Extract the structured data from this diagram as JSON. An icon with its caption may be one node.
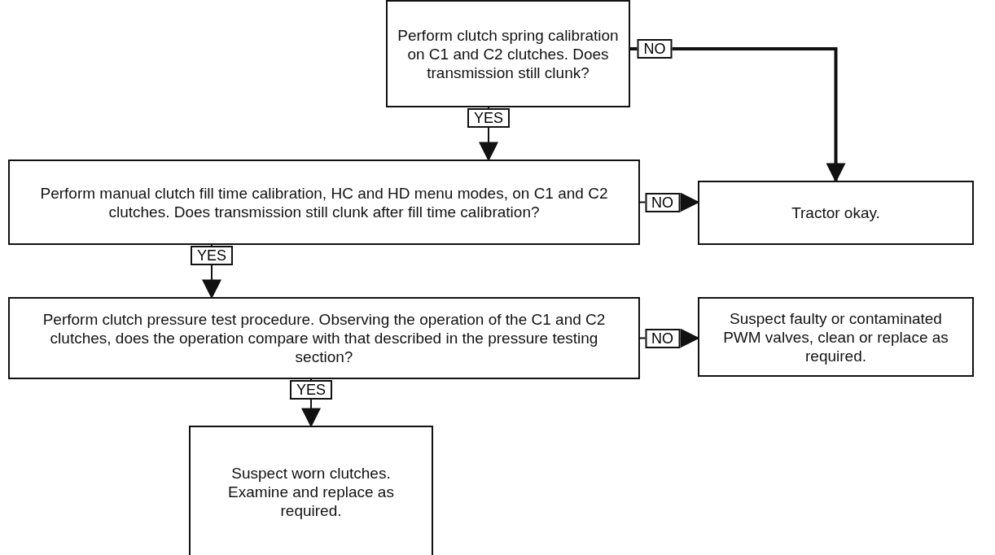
{
  "diagram": {
    "nodes": [
      {
        "text": [
          "Perform clutch spring calibration on C1 and C2 clutches. Does transmission still clunk?"
        ]
      },
      {
        "text": [
          "Perform manual clutch fill time calibration, HC and HD menu modes, on C1 and C2 clutches. Does transmission still clunk after fill time calibration?"
        ]
      },
      {
        "text": [
          "Tractor okay."
        ]
      },
      {
        "text": [
          "Perform clutch pressure test procedure. Observing the operation of the C1 and C2 clutches, does the operation compare with that described in the pressure testing section?"
        ]
      },
      {
        "text": [
          "Suspect faulty or contaminated PWM valves, clean or replace as required."
        ]
      },
      {
        "text": [
          "Suspect worn clutches. Examine and replace as required."
        ]
      }
    ],
    "edges": [
      {
        "from": 0,
        "to": 2,
        "arrow": "to",
        "label": "NO",
        "style": "thick"
      },
      {
        "from": 0,
        "to": 1,
        "arrow": "to",
        "label": "YES"
      },
      {
        "from": 1,
        "to": 2,
        "arrow": "to",
        "label": "NO"
      },
      {
        "from": 1,
        "to": 3,
        "arrow": "to",
        "label": "YES"
      },
      {
        "from": 3,
        "to": 4,
        "arrow": "to",
        "label": "NO"
      },
      {
        "from": 3,
        "to": 5,
        "arrow": "to",
        "label": "YES"
      }
    ]
  }
}
